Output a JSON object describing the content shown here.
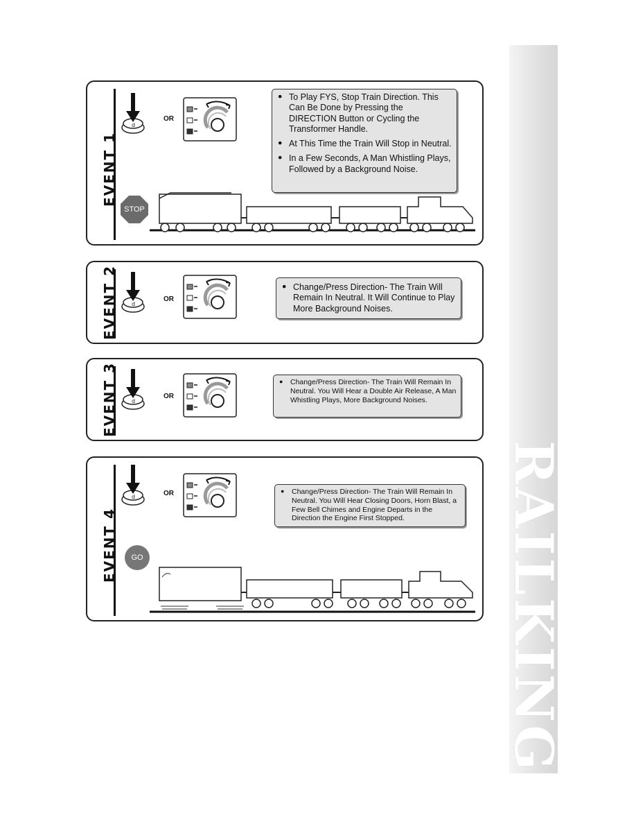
{
  "brand": {
    "text": "RAILKING"
  },
  "option_separator": "OR",
  "events": [
    {
      "title": "EVENT 1",
      "bullets": [
        "To Play FYS, Stop Train Direction. This Can Be Done by Pressing the DIRECTION Button or Cycling the Transformer Handle.",
        "At This Time the Train Will Stop in Neutral.",
        "In a Few Seconds, A Man Whistling Plays, Followed by a Background Noise."
      ],
      "sign_label": "STOP"
    },
    {
      "title": "EVENT 2",
      "bullets": [
        "Change/Press Direction- The Train Will Remain In Neutral. It Will Continue to Play More Background Noises."
      ]
    },
    {
      "title": "EVENT 3",
      "bullets": [
        "Change/Press Direction- The Train Will Remain In Neutral. You Will Hear a Double Air Release, A Man Whistling Plays, More Background Noises."
      ]
    },
    {
      "title": "EVENT 4",
      "bullets": [
        "Change/Press Direction- The Train Will Remain In Neutral. You Will Hear Closing Doors, Horn Blast, a Few Bell Chimes and Engine Departs in the Direction the Engine First Stopped."
      ],
      "sign_label": "GO"
    }
  ],
  "colors": {
    "stop_sign": "#6b6b6b",
    "go_sign": "#777777",
    "callout_bg": "#e4e4e4",
    "brand_bar": "#dcdcdc"
  }
}
